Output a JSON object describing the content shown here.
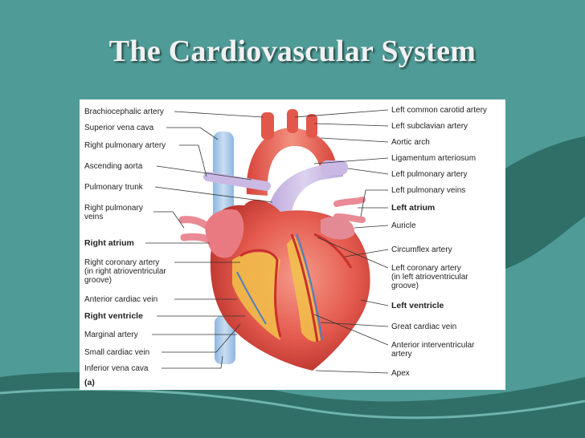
{
  "slide": {
    "title": "The Cardiovascular System",
    "colors": {
      "background": "#4f9b97",
      "dark_wave": "#2f6f67",
      "title": "#f1f1f1"
    }
  },
  "figure": {
    "panel_label": "(a)",
    "left_labels": [
      {
        "id": "brachiocephalic",
        "lines": [
          "Brachiocephalic artery"
        ],
        "bold": false
      },
      {
        "id": "svc",
        "lines": [
          "Superior vena cava"
        ],
        "bold": false
      },
      {
        "id": "rpa",
        "lines": [
          "Right pulmonary artery"
        ],
        "bold": false
      },
      {
        "id": "asc-aorta",
        "lines": [
          "Ascending aorta"
        ],
        "bold": false
      },
      {
        "id": "pulm-trunk",
        "lines": [
          "Pulmonary trunk"
        ],
        "bold": false
      },
      {
        "id": "rpv",
        "lines": [
          "Right pulmonary",
          "veins"
        ],
        "bold": false
      },
      {
        "id": "ra",
        "lines": [
          "Right atrium"
        ],
        "bold": true
      },
      {
        "id": "rca",
        "lines": [
          "Right coronary artery",
          "(in right atrioventricular",
          "groove)"
        ],
        "bold": false
      },
      {
        "id": "acv",
        "lines": [
          "Anterior cardiac vein"
        ],
        "bold": false
      },
      {
        "id": "rv",
        "lines": [
          "Right ventricle"
        ],
        "bold": true
      },
      {
        "id": "marginal",
        "lines": [
          "Marginal artery"
        ],
        "bold": false
      },
      {
        "id": "scv",
        "lines": [
          "Small cardiac vein"
        ],
        "bold": false
      },
      {
        "id": "ivc",
        "lines": [
          "Inferior vena cava"
        ],
        "bold": false
      }
    ],
    "right_labels": [
      {
        "id": "lcca",
        "lines": [
          "Left common carotid artery"
        ],
        "bold": false
      },
      {
        "id": "lsa",
        "lines": [
          "Left subclavian artery"
        ],
        "bold": false
      },
      {
        "id": "arch",
        "lines": [
          "Aortic arch"
        ],
        "bold": false
      },
      {
        "id": "lig",
        "lines": [
          "Ligamentum arteriosum"
        ],
        "bold": false
      },
      {
        "id": "lpa",
        "lines": [
          "Left pulmonary artery"
        ],
        "bold": false
      },
      {
        "id": "lpv",
        "lines": [
          "Left pulmonary veins"
        ],
        "bold": false
      },
      {
        "id": "la",
        "lines": [
          "Left atrium"
        ],
        "bold": true
      },
      {
        "id": "auricle",
        "lines": [
          "Auricle"
        ],
        "bold": false
      },
      {
        "id": "circumflex",
        "lines": [
          "Circumflex artery"
        ],
        "bold": false
      },
      {
        "id": "lca",
        "lines": [
          "Left coronary artery",
          "(in left atrioventricular",
          "groove)"
        ],
        "bold": false
      },
      {
        "id": "lv",
        "lines": [
          "Left ventricle"
        ],
        "bold": true
      },
      {
        "id": "gcv",
        "lines": [
          "Great cardiac vein"
        ],
        "bold": false
      },
      {
        "id": "aiv",
        "lines": [
          "Anterior interventricular",
          "artery"
        ],
        "bold": false
      },
      {
        "id": "apex",
        "lines": [
          "Apex"
        ],
        "bold": false
      }
    ]
  }
}
